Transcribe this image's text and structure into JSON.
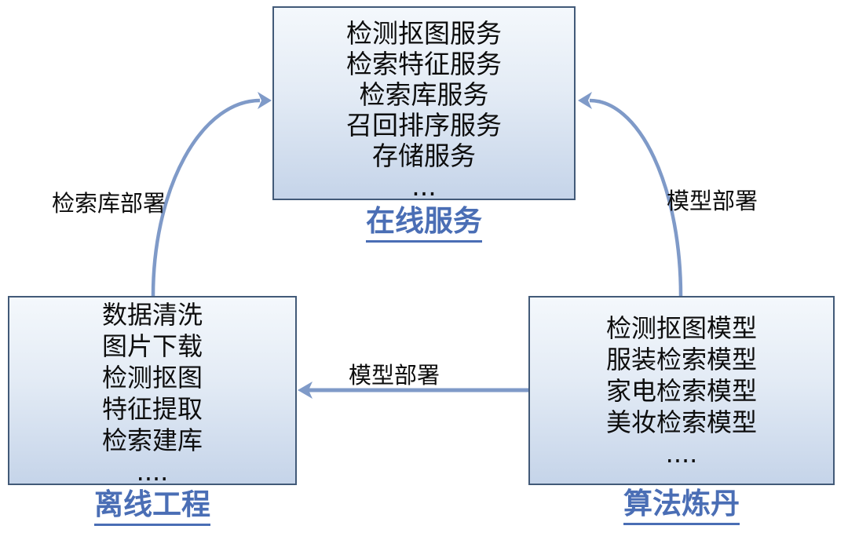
{
  "diagram": {
    "nodes": {
      "online": {
        "title": "在线服务",
        "items": [
          "检测抠图服务",
          "检索特征服务",
          "检索库服务",
          "召回排序服务",
          "存储服务",
          "..."
        ]
      },
      "offline": {
        "title": "离线工程",
        "items": [
          "数据清洗",
          "图片下载",
          "检测抠图",
          "特征提取",
          "检索建库",
          "...."
        ]
      },
      "algorithm": {
        "title": "算法炼丹",
        "items": [
          "检测抠图模型",
          "服装检索模型",
          "家电检索模型",
          "美妆检索模型",
          "...."
        ]
      }
    },
    "edges": {
      "offline_to_online": {
        "label": "检索库部署"
      },
      "algorithm_to_online": {
        "label": "模型部署"
      },
      "algorithm_to_offline": {
        "label": "模型部署"
      }
    },
    "colors": {
      "box_border": "#425a78",
      "box_fill_top": "#f4f8fc",
      "box_fill_mid": "#e3ebf5",
      "box_fill_bottom": "#c5d4e9",
      "title_text": "#4a6eb5",
      "arrow": "#7f9ac8",
      "body_text": "#0d0d0d"
    }
  }
}
